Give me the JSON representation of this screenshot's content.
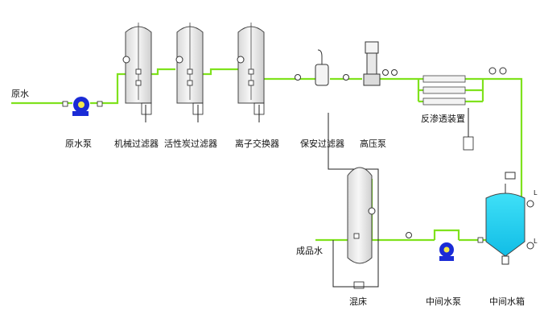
{
  "labels": {
    "raw_water_in": "原水",
    "raw_water_pump": "原水泵",
    "mechanical_filter": "机械过滤器",
    "activated_carbon_filter": "活性炭过滤器",
    "ion_exchanger": "离子交换器",
    "security_filter": "保安过滤器",
    "high_pressure_pump": "高压泵",
    "ro_unit": "反渗透装置",
    "mixed_bed": "混床",
    "intermediate_pump": "中间水泵",
    "intermediate_tank": "中间水箱",
    "product_water": "成品水"
  },
  "instrument_marks": {
    "level_tag": "L"
  },
  "colors": {
    "pipe": "#7fe21d",
    "vessel_fill": "#eeeeee",
    "pump_blue": "#1a2bd6",
    "tank_water": "#27d3f2",
    "outline": "#333333"
  }
}
